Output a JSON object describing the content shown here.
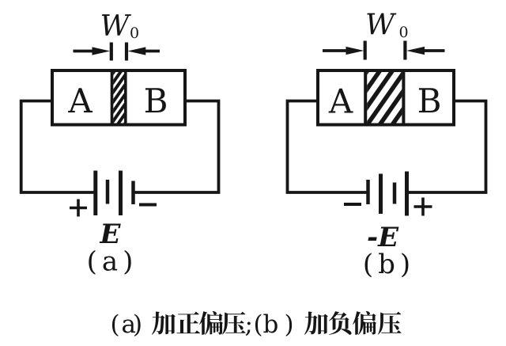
{
  "figure": {
    "background_color": "#ffffff",
    "ink_color": "#161616",
    "caption": "(a) 加正偏压;(b) 加负偏压",
    "diagrams": [
      {
        "sublabel": "(a)",
        "emf_label": "E",
        "width_label_base": "W",
        "width_label_sub": "0",
        "region_left": "A",
        "region_right": "B",
        "terminal_left": "+",
        "terminal_right": "−"
      },
      {
        "sublabel": "(b)",
        "emf_label": "-E",
        "width_label_base": "W",
        "width_label_sub": "0",
        "region_left": "A",
        "region_right": "B",
        "terminal_left": "−",
        "terminal_right": "+"
      }
    ]
  }
}
